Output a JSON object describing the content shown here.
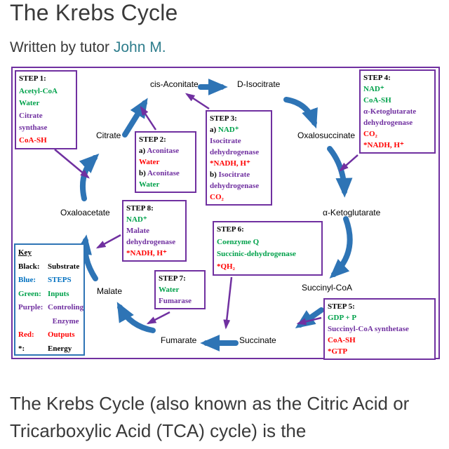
{
  "page": {
    "title": "The Krebs Cycle",
    "byline_prefix": "Written by tutor ",
    "author": "John M.",
    "intro_text": "The Krebs Cycle (also known as the Citric Acid or Tricarboxylic Acid (TCA) cycle) is the"
  },
  "colors": {
    "steps_blue": "#0070C0",
    "inputs_green": "#00A14B",
    "enzyme_purple": "#7030A0",
    "outputs_red": "#FF0000",
    "arrow_blue": "#2E74B5",
    "link_teal": "#2E7D8C",
    "heading_gray": "#3A3A3A"
  },
  "diagram": {
    "metabolites": {
      "cis_aconitate": "cis-Aconitate",
      "d_isocitrate": "D-Isocitrate",
      "citrate": "Citrate",
      "oxalosuccinate": "Oxalosuccinate",
      "oxaloacetate": "Oxaloacetate",
      "alpha_ketoglutarate": "α-Ketoglutarate",
      "malate": "Malate",
      "succinyl_coa": "Succinyl-CoA",
      "fumarate": "Fumarate",
      "succinate": "Succinate"
    },
    "steps": {
      "s1": {
        "title": "STEP 1:",
        "input1": "Acetyl-CoA",
        "input2": "Water",
        "enzyme1": "Citrate",
        "enzyme2": "synthase",
        "output1": "CoA-SH"
      },
      "s2": {
        "title": "STEP 2:",
        "a_prefix": "a)",
        "a_enzyme": "Aconitase",
        "a_output": "Water",
        "b_prefix": "b)",
        "b_enzyme": "Aconitase",
        "b_input": "Water"
      },
      "s3": {
        "title": "STEP 3:",
        "a_prefix": "a)",
        "a_input": "NAD⁺",
        "a_enzyme1": "Isocitrate",
        "a_enzyme2": "dehydrogenase",
        "a_output": "*NADH, H⁺",
        "b_prefix": "b)",
        "b_enzyme1": "Isocitrate",
        "b_enzyme2": "dehydrogenase",
        "b_output": "CO₂"
      },
      "s4": {
        "title": "STEP 4:",
        "input1": "NAD⁺",
        "input2": "CoA-SH",
        "enzyme1": "α-Ketoglutarate",
        "enzyme2": "dehydrogenase",
        "output1": "CO₂",
        "output2": "*NADH, H⁺"
      },
      "s5": {
        "title": "STEP 5:",
        "input1": "GDP + P",
        "enzyme1": "Succinyl-CoA synthetase",
        "output1": "CoA-SH",
        "output2": "*GTP"
      },
      "s6": {
        "title": "STEP 6:",
        "input1": "Coenzyme Q",
        "input2": "Succinic-dehydrogenase",
        "output1": "*QH₂"
      },
      "s7": {
        "title": "STEP 7:",
        "input1": "Water",
        "enzyme1": "Fumarase"
      },
      "s8": {
        "title": "STEP 8:",
        "input1": "NAD⁺",
        "enzyme1": "Malate",
        "enzyme2": "dehydrogenase",
        "output1": "*NADH, H⁺"
      }
    },
    "key": {
      "title": "Key",
      "rows": [
        {
          "label": "Black:",
          "value": "Substrate"
        },
        {
          "label": "Blue:",
          "value": "STEPS"
        },
        {
          "label": "Green:",
          "value": "Inputs"
        },
        {
          "label": "Purple:",
          "value": "Controling",
          "value2": "Enzyme"
        },
        {
          "label": "Red:",
          "value": "Outputs"
        },
        {
          "label": "*:",
          "value": "Energy"
        }
      ]
    }
  }
}
